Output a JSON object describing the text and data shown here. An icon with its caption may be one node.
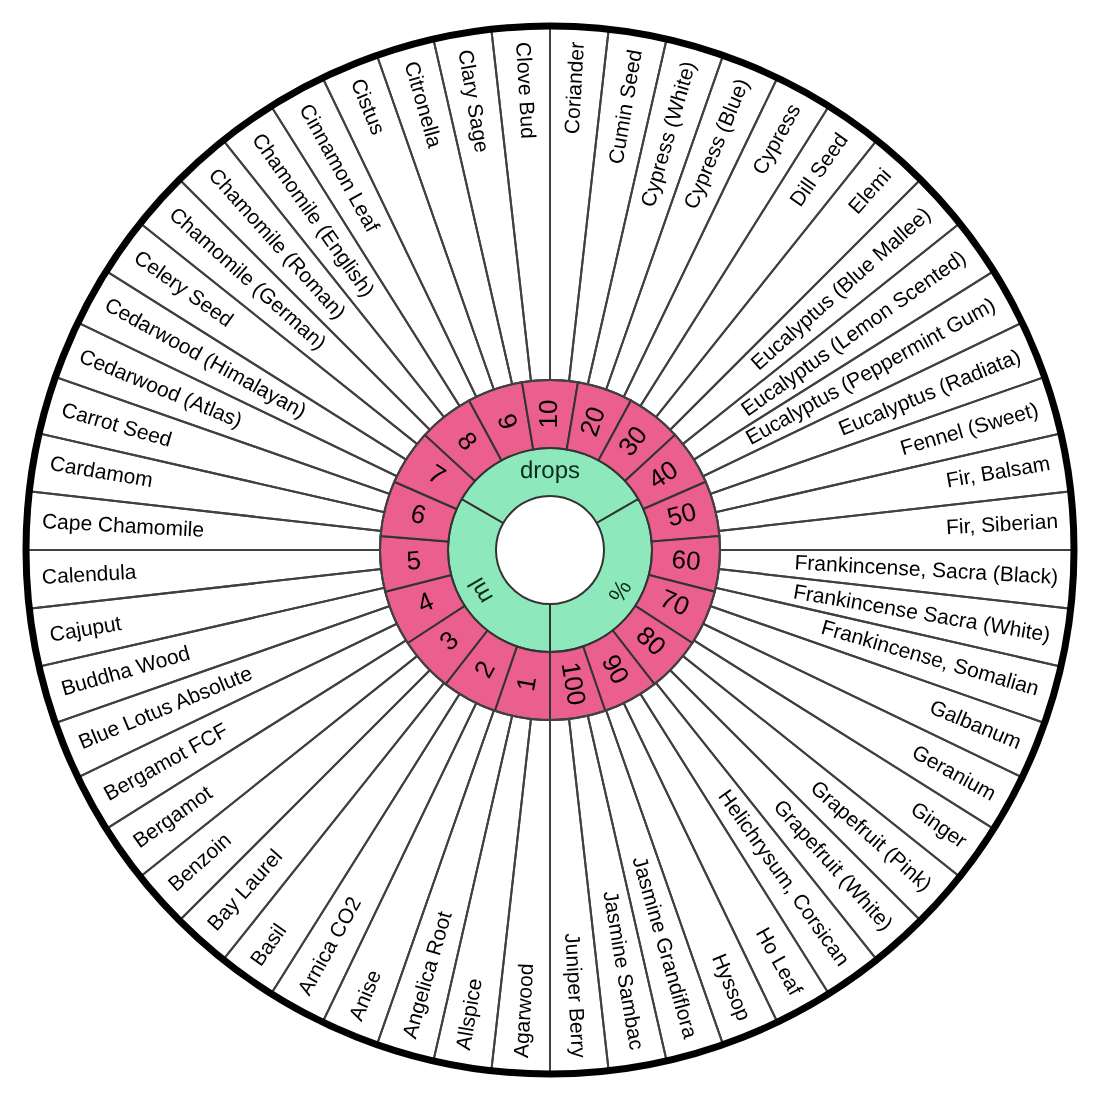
{
  "diagram": {
    "nodes": [
      {
        "text": [
          "Agarwood"
        ]
      },
      {
        "text": [
          "Allspice"
        ]
      },
      {
        "text": [
          "Angelica Root"
        ]
      },
      {
        "text": [
          "Anise"
        ]
      },
      {
        "text": [
          "Arnica CO2"
        ]
      },
      {
        "text": [
          "Basil"
        ]
      },
      {
        "text": [
          "Bay Laurel"
        ]
      },
      {
        "text": [
          "Benzoin"
        ]
      },
      {
        "text": [
          "Bergamot"
        ]
      },
      {
        "text": [
          "Bergamot FCF"
        ]
      },
      {
        "text": [
          "Blue Lotus Absolute"
        ]
      },
      {
        "text": [
          "Buddha Wood"
        ]
      },
      {
        "text": [
          "Cajuput"
        ]
      },
      {
        "text": [
          "Calendula"
        ]
      },
      {
        "text": [
          "Cape Chamomile"
        ]
      },
      {
        "text": [
          "Cardamom"
        ]
      },
      {
        "text": [
          "Carrot Seed"
        ]
      },
      {
        "text": [
          "Cedarwood (Atlas)"
        ]
      },
      {
        "text": [
          "Cedarwood (Himalayan)"
        ]
      },
      {
        "text": [
          "Celery Seed"
        ]
      },
      {
        "text": [
          "Chamomile (German)"
        ]
      },
      {
        "text": [
          "Chamomile (Roman)"
        ]
      },
      {
        "text": [
          "Chamomile (English)"
        ]
      },
      {
        "text": [
          "Cinnamon Leaf"
        ]
      },
      {
        "text": [
          "Cistus"
        ]
      },
      {
        "text": [
          "Citronella"
        ]
      },
      {
        "text": [
          "Clary Sage"
        ]
      },
      {
        "text": [
          "Clove Bud"
        ]
      },
      {
        "text": [
          "Coriander"
        ]
      },
      {
        "text": [
          "Cumin Seed"
        ]
      },
      {
        "text": [
          "Cypress (White)"
        ]
      },
      {
        "text": [
          "Cypress (Blue)"
        ]
      },
      {
        "text": [
          "Cypress"
        ]
      },
      {
        "text": [
          "Dill Seed"
        ]
      },
      {
        "text": [
          "Elemi"
        ]
      },
      {
        "text": [
          "Eucalyptus (Blue Mallee)"
        ]
      },
      {
        "text": [
          "Eucalyptus (Lemon Scented)"
        ]
      },
      {
        "text": [
          "Eucalyptus (Peppermint Gum)"
        ]
      },
      {
        "text": [
          "Eucalyptus (Radiata)"
        ]
      },
      {
        "text": [
          "Fennel (Sweet)"
        ]
      },
      {
        "text": [
          "Fir, Balsam"
        ]
      },
      {
        "text": [
          "Fir, Siberian"
        ]
      },
      {
        "text": [
          "Frankincense, Sacra (Black)"
        ]
      },
      {
        "text": [
          "Frankincense Sacra (White)"
        ]
      },
      {
        "text": [
          "Frankincense, Somalian"
        ]
      },
      {
        "text": [
          "Galbanum"
        ]
      },
      {
        "text": [
          "Geranium"
        ]
      },
      {
        "text": [
          "Ginger"
        ]
      },
      {
        "text": [
          "Grapefruit (Pink)"
        ]
      },
      {
        "text": [
          "Grapefruit (White)"
        ]
      },
      {
        "text": [
          "Helichrysum, Corsican"
        ]
      },
      {
        "text": [
          "Ho Leaf"
        ]
      },
      {
        "text": [
          "Hyssop"
        ]
      },
      {
        "text": [
          "Jasmine Grandiflora"
        ]
      },
      {
        "text": [
          "Jasmine Sambac"
        ]
      },
      {
        "text": [
          "Juniper Berry"
        ]
      },
      {
        "text": [
          "1"
        ]
      },
      {
        "text": [
          "2"
        ]
      },
      {
        "text": [
          "3"
        ]
      },
      {
        "text": [
          "4"
        ]
      },
      {
        "text": [
          "5"
        ]
      },
      {
        "text": [
          "6"
        ]
      },
      {
        "text": [
          "7"
        ]
      },
      {
        "text": [
          "8"
        ]
      },
      {
        "text": [
          "9"
        ]
      },
      {
        "text": [
          "10"
        ]
      },
      {
        "text": [
          "20"
        ]
      },
      {
        "text": [
          "30"
        ]
      },
      {
        "text": [
          "40"
        ]
      },
      {
        "text": [
          "50"
        ]
      },
      {
        "text": [
          "60"
        ]
      },
      {
        "text": [
          "70"
        ]
      },
      {
        "text": [
          "80"
        ]
      },
      {
        "text": [
          "90"
        ]
      },
      {
        "text": [
          "100"
        ]
      },
      {
        "text": [
          "ml"
        ]
      },
      {
        "text": [
          "drops"
        ]
      },
      {
        "text": [
          "%"
        ]
      }
    ]
  }
}
